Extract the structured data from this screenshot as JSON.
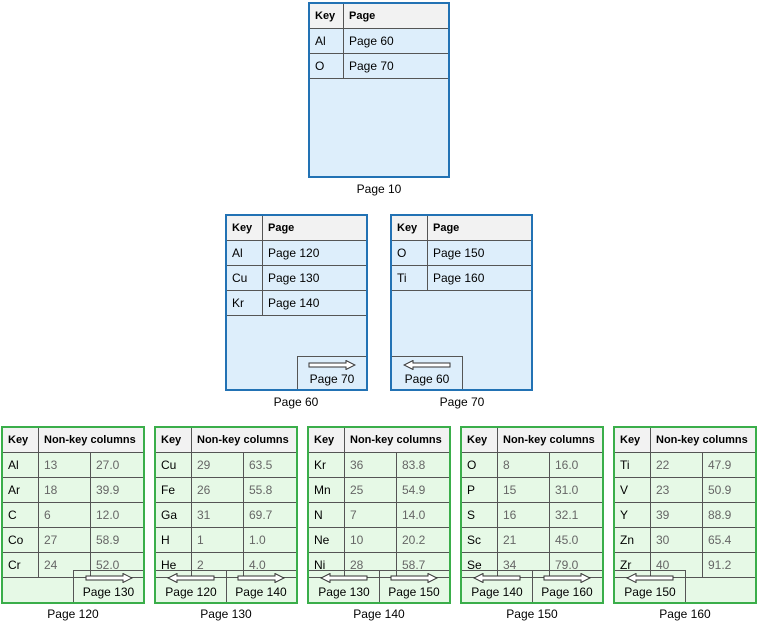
{
  "root": {
    "caption": "Page 10",
    "headers": [
      "Key",
      "Page"
    ],
    "rows": [
      [
        "Al",
        "Page 60"
      ],
      [
        "O",
        "Page 70"
      ]
    ]
  },
  "mid": [
    {
      "caption": "Page 60",
      "headers": [
        "Key",
        "Page"
      ],
      "rows": [
        [
          "Al",
          "Page 120"
        ],
        [
          "Cu",
          "Page 130"
        ],
        [
          "Kr",
          "Page 140"
        ]
      ],
      "next": "Page 70"
    },
    {
      "caption": "Page 70",
      "headers": [
        "Key",
        "Page"
      ],
      "rows": [
        [
          "O",
          "Page 150"
        ],
        [
          "Ti",
          "Page 160"
        ]
      ],
      "prev": "Page 60"
    }
  ],
  "leaves": [
    {
      "caption": "Page 120",
      "headers": [
        "Key",
        "Non-key columns"
      ],
      "rows": [
        [
          "Al",
          "13",
          "27.0"
        ],
        [
          "Ar",
          "18",
          "39.9"
        ],
        [
          "C",
          "6",
          "12.0"
        ],
        [
          "Co",
          "27",
          "58.9"
        ],
        [
          "Cr",
          "24",
          "52.0"
        ]
      ],
      "next": "Page 130"
    },
    {
      "caption": "Page 130",
      "headers": [
        "Key",
        "Non-key columns"
      ],
      "rows": [
        [
          "Cu",
          "29",
          "63.5"
        ],
        [
          "Fe",
          "26",
          "55.8"
        ],
        [
          "Ga",
          "31",
          "69.7"
        ],
        [
          "H",
          "1",
          "1.0"
        ],
        [
          "He",
          "2",
          "4.0"
        ]
      ],
      "prev": "Page 120",
      "next": "Page 140"
    },
    {
      "caption": "Page 140",
      "headers": [
        "Key",
        "Non-key columns"
      ],
      "rows": [
        [
          "Kr",
          "36",
          "83.8"
        ],
        [
          "Mn",
          "25",
          "54.9"
        ],
        [
          "N",
          "7",
          "14.0"
        ],
        [
          "Ne",
          "10",
          "20.2"
        ],
        [
          "Ni",
          "28",
          "58.7"
        ]
      ],
      "prev": "Page 130",
      "next": "Page 150"
    },
    {
      "caption": "Page 150",
      "headers": [
        "Key",
        "Non-key columns"
      ],
      "rows": [
        [
          "O",
          "8",
          "16.0"
        ],
        [
          "P",
          "15",
          "31.0"
        ],
        [
          "S",
          "16",
          "32.1"
        ],
        [
          "Sc",
          "21",
          "45.0"
        ],
        [
          "Se",
          "34",
          "79.0"
        ]
      ],
      "prev": "Page 140",
      "next": "Page 160"
    },
    {
      "caption": "Page 160",
      "headers": [
        "Key",
        "Non-key columns"
      ],
      "rows": [
        [
          "Ti",
          "22",
          "47.9"
        ],
        [
          "V",
          "23",
          "50.9"
        ],
        [
          "Y",
          "39",
          "88.9"
        ],
        [
          "Zn",
          "30",
          "65.4"
        ],
        [
          "Zr",
          "40",
          "91.2"
        ]
      ],
      "prev": "Page 150"
    }
  ]
}
